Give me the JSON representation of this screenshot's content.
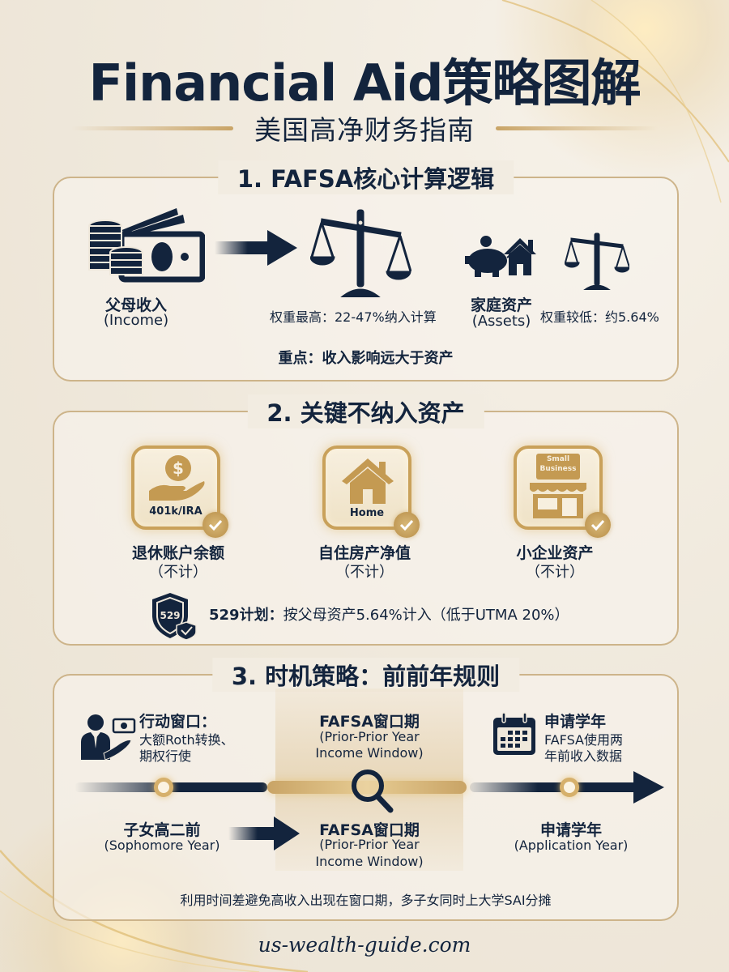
{
  "header": {
    "title": "Financial Aid策略图解",
    "subtitle": "美国高净财务指南"
  },
  "colors": {
    "navy": "#13243d",
    "gold": "#c9a15a",
    "background": "#efe8db",
    "box_border": "#cdb48a"
  },
  "section1": {
    "title": "1. FAFSA核心计算逻辑",
    "income_label": "父母收入",
    "income_sub": "(Income)",
    "income_weight": "权重最高：22-47%纳入计算",
    "assets_label": "家庭资产",
    "assets_sub": "(Assets)",
    "assets_weight": "权重较低：约5.64%",
    "key_point": "重点：收入影响远大于资产",
    "icons": [
      "cash-coins-icon",
      "arrow-right-icon",
      "scale-icon",
      "piggy-bank-icon",
      "house-icon",
      "scale-small-icon"
    ]
  },
  "section2": {
    "title": "2. 关键不纳入资产",
    "items": [
      {
        "icon_text": "401k/IRA",
        "label": "退休账户余额",
        "note": "（不计）",
        "icon": "hand-dollar-icon"
      },
      {
        "icon_text": "Home",
        "label": "自住房产净值",
        "note": "（不计）",
        "icon": "house-icon"
      },
      {
        "icon_text": "Small Business",
        "icon_text_1": "Small",
        "icon_text_2": "Business",
        "label": "小企业资产",
        "note": "（不计）",
        "icon": "storefront-icon"
      }
    ],
    "plan529": {
      "badge": "529",
      "label": "529计划：",
      "text": "按父母资产5.64%计入（低于UTMA 20%）"
    }
  },
  "section3": {
    "title": "3. 时机策略：前前年规则",
    "top": [
      {
        "title": "行动窗口：",
        "line1": "大额Roth转换、",
        "line2": "期权行使",
        "icon": "advisor-cash-icon"
      },
      {
        "title": "FAFSA窗口期",
        "line1": "(Prior-Prior Year",
        "line2": "Income Window)",
        "icon": "magnifier-icon"
      },
      {
        "title": "申请学年",
        "line1": "FAFSA使用两",
        "line2": "年前收入数据",
        "icon": "calendar-icon"
      }
    ],
    "bottom": [
      {
        "title": "子女高二前",
        "line1": "(Sophomore Year)"
      },
      {
        "title": "FAFSA窗口期",
        "line1": "(Prior-Prior Year",
        "line2": "Income Window)"
      },
      {
        "title": "申请学年",
        "line1": "(Application Year)"
      }
    ],
    "note": "利用时间差避免高收入出现在窗口期，多子女同时上大学SAI分摊"
  },
  "footer": {
    "site": "us-wealth-guide.com"
  }
}
